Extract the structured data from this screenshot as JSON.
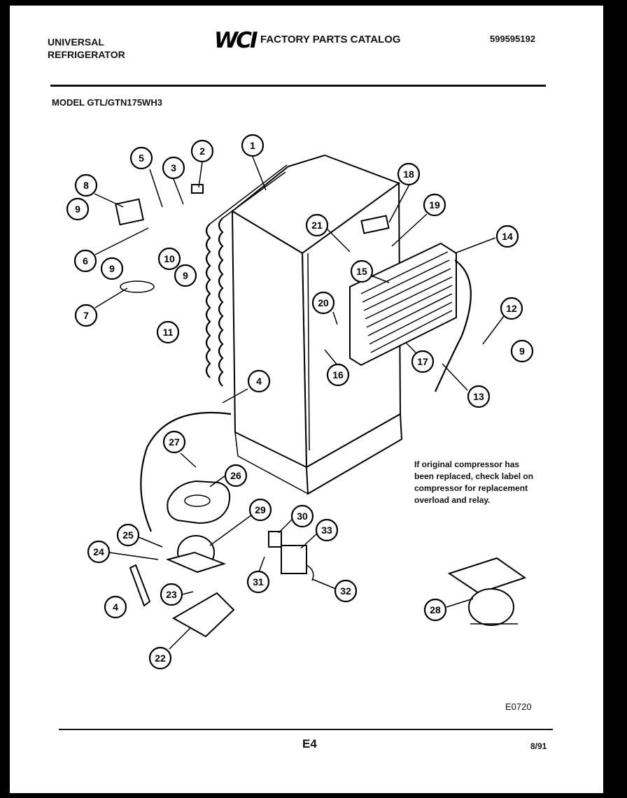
{
  "header": {
    "brand_line1": "UNIVERSAL",
    "brand_line2": "REFRIGERATOR",
    "logo": "WCI",
    "catalog_title": "FACTORY PARTS CATALOG",
    "part_number": "599595192",
    "model": "MODEL GTL/GTN175WH3"
  },
  "note": {
    "lines": [
      "If original compressor has",
      "been replaced, check label on",
      "compressor for replacement",
      "overload and relay."
    ]
  },
  "footer": {
    "drawing_code": "E0720",
    "page": "E4",
    "date": "8/91"
  },
  "callouts": {
    "c1": "1",
    "c2": "2",
    "c3": "3",
    "c4a": "4",
    "c4b": "4",
    "c5": "5",
    "c6": "6",
    "c7": "7",
    "c8": "8",
    "c9a": "9",
    "c9b": "9",
    "c9c": "9",
    "c9d": "9",
    "c10": "10",
    "c11": "11",
    "c12": "12",
    "c13": "13",
    "c14": "14",
    "c15": "15",
    "c16": "16",
    "c17": "17",
    "c18": "18",
    "c19": "19",
    "c20": "20",
    "c21": "21",
    "c22": "22",
    "c23": "23",
    "c24": "24",
    "c25": "25",
    "c26": "26",
    "c27": "27",
    "c28": "28",
    "c29": "29",
    "c30": "30",
    "c31": "31",
    "c32": "32",
    "c33": "33"
  }
}
